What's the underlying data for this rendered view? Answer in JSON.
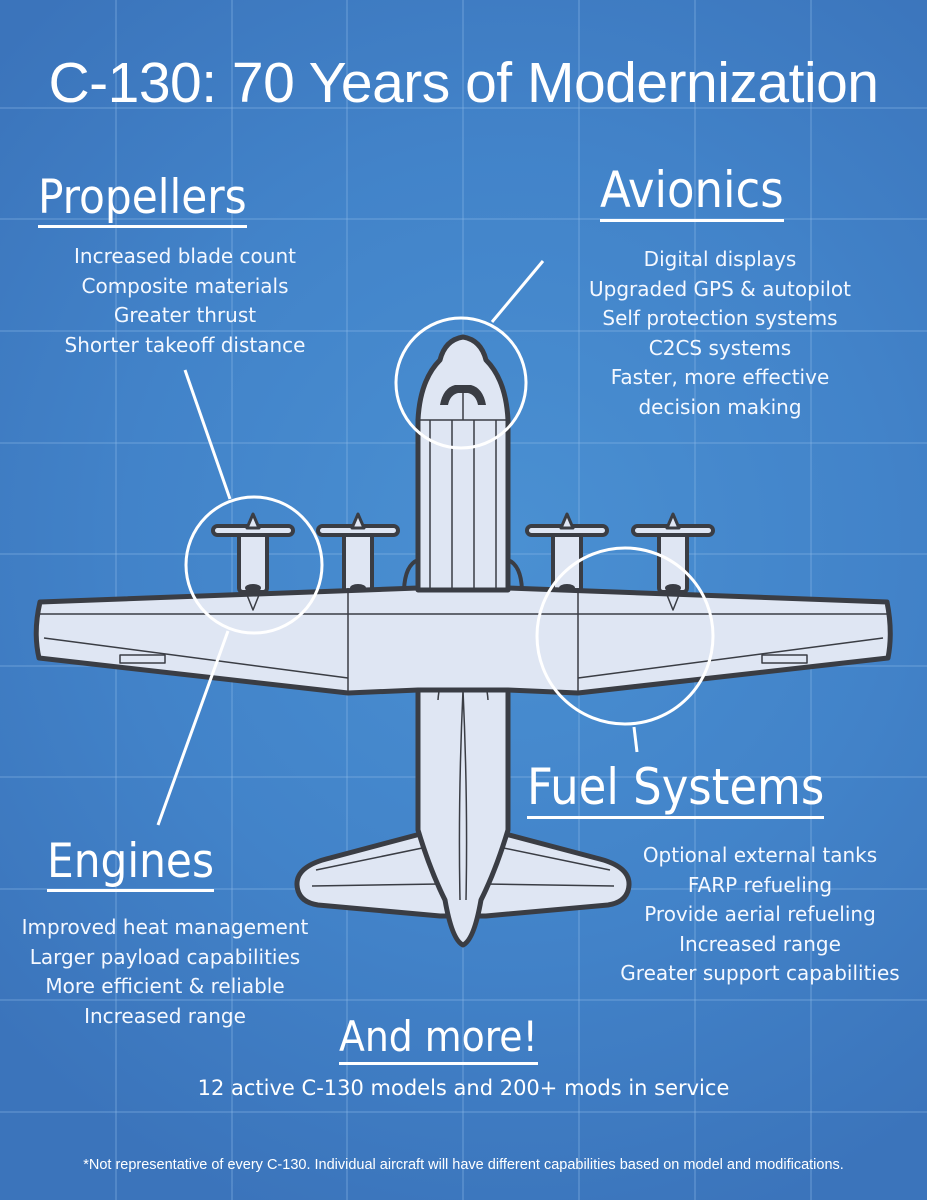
{
  "title": "C-130: 70 Years of Modernization",
  "colors": {
    "background": "#4283c9",
    "grid_line": "#7fb0e3",
    "aircraft_fill": "#dfe6f3",
    "aircraft_outline": "#3a3d44",
    "text": "#ffffff"
  },
  "sections": {
    "propellers": {
      "heading": "Propellers",
      "items": [
        "Increased blade count",
        "Composite materials",
        "Greater thrust",
        "Shorter takeoff distance"
      ]
    },
    "avionics": {
      "heading": "Avionics",
      "items": [
        "Digital displays",
        "Upgraded GPS & autopilot",
        "Self protection systems",
        "C2CS systems",
        "Faster, more effective",
        "decision making"
      ]
    },
    "engines": {
      "heading": "Engines",
      "items": [
        "Improved heat management",
        "Larger payload capabilities",
        "More efficient & reliable",
        "Increased range"
      ]
    },
    "fuel_systems": {
      "heading": "Fuel Systems",
      "items": [
        "Optional external tanks",
        "FARP refueling",
        "Provide aerial refueling",
        "Increased range",
        "Greater support capabilities"
      ]
    },
    "and_more": {
      "heading": "And more!",
      "tagline": "12 active C-130 models and 200+ mods in service"
    }
  },
  "footnote": "*Not representative of every C-130. Individual aircraft will have different capabilities based on model and modifications.",
  "illustration": {
    "subject": "C-130 aircraft top-down blueprint",
    "callouts": [
      "propellers-circle",
      "avionics-circle",
      "fuel-systems-circle"
    ]
  }
}
